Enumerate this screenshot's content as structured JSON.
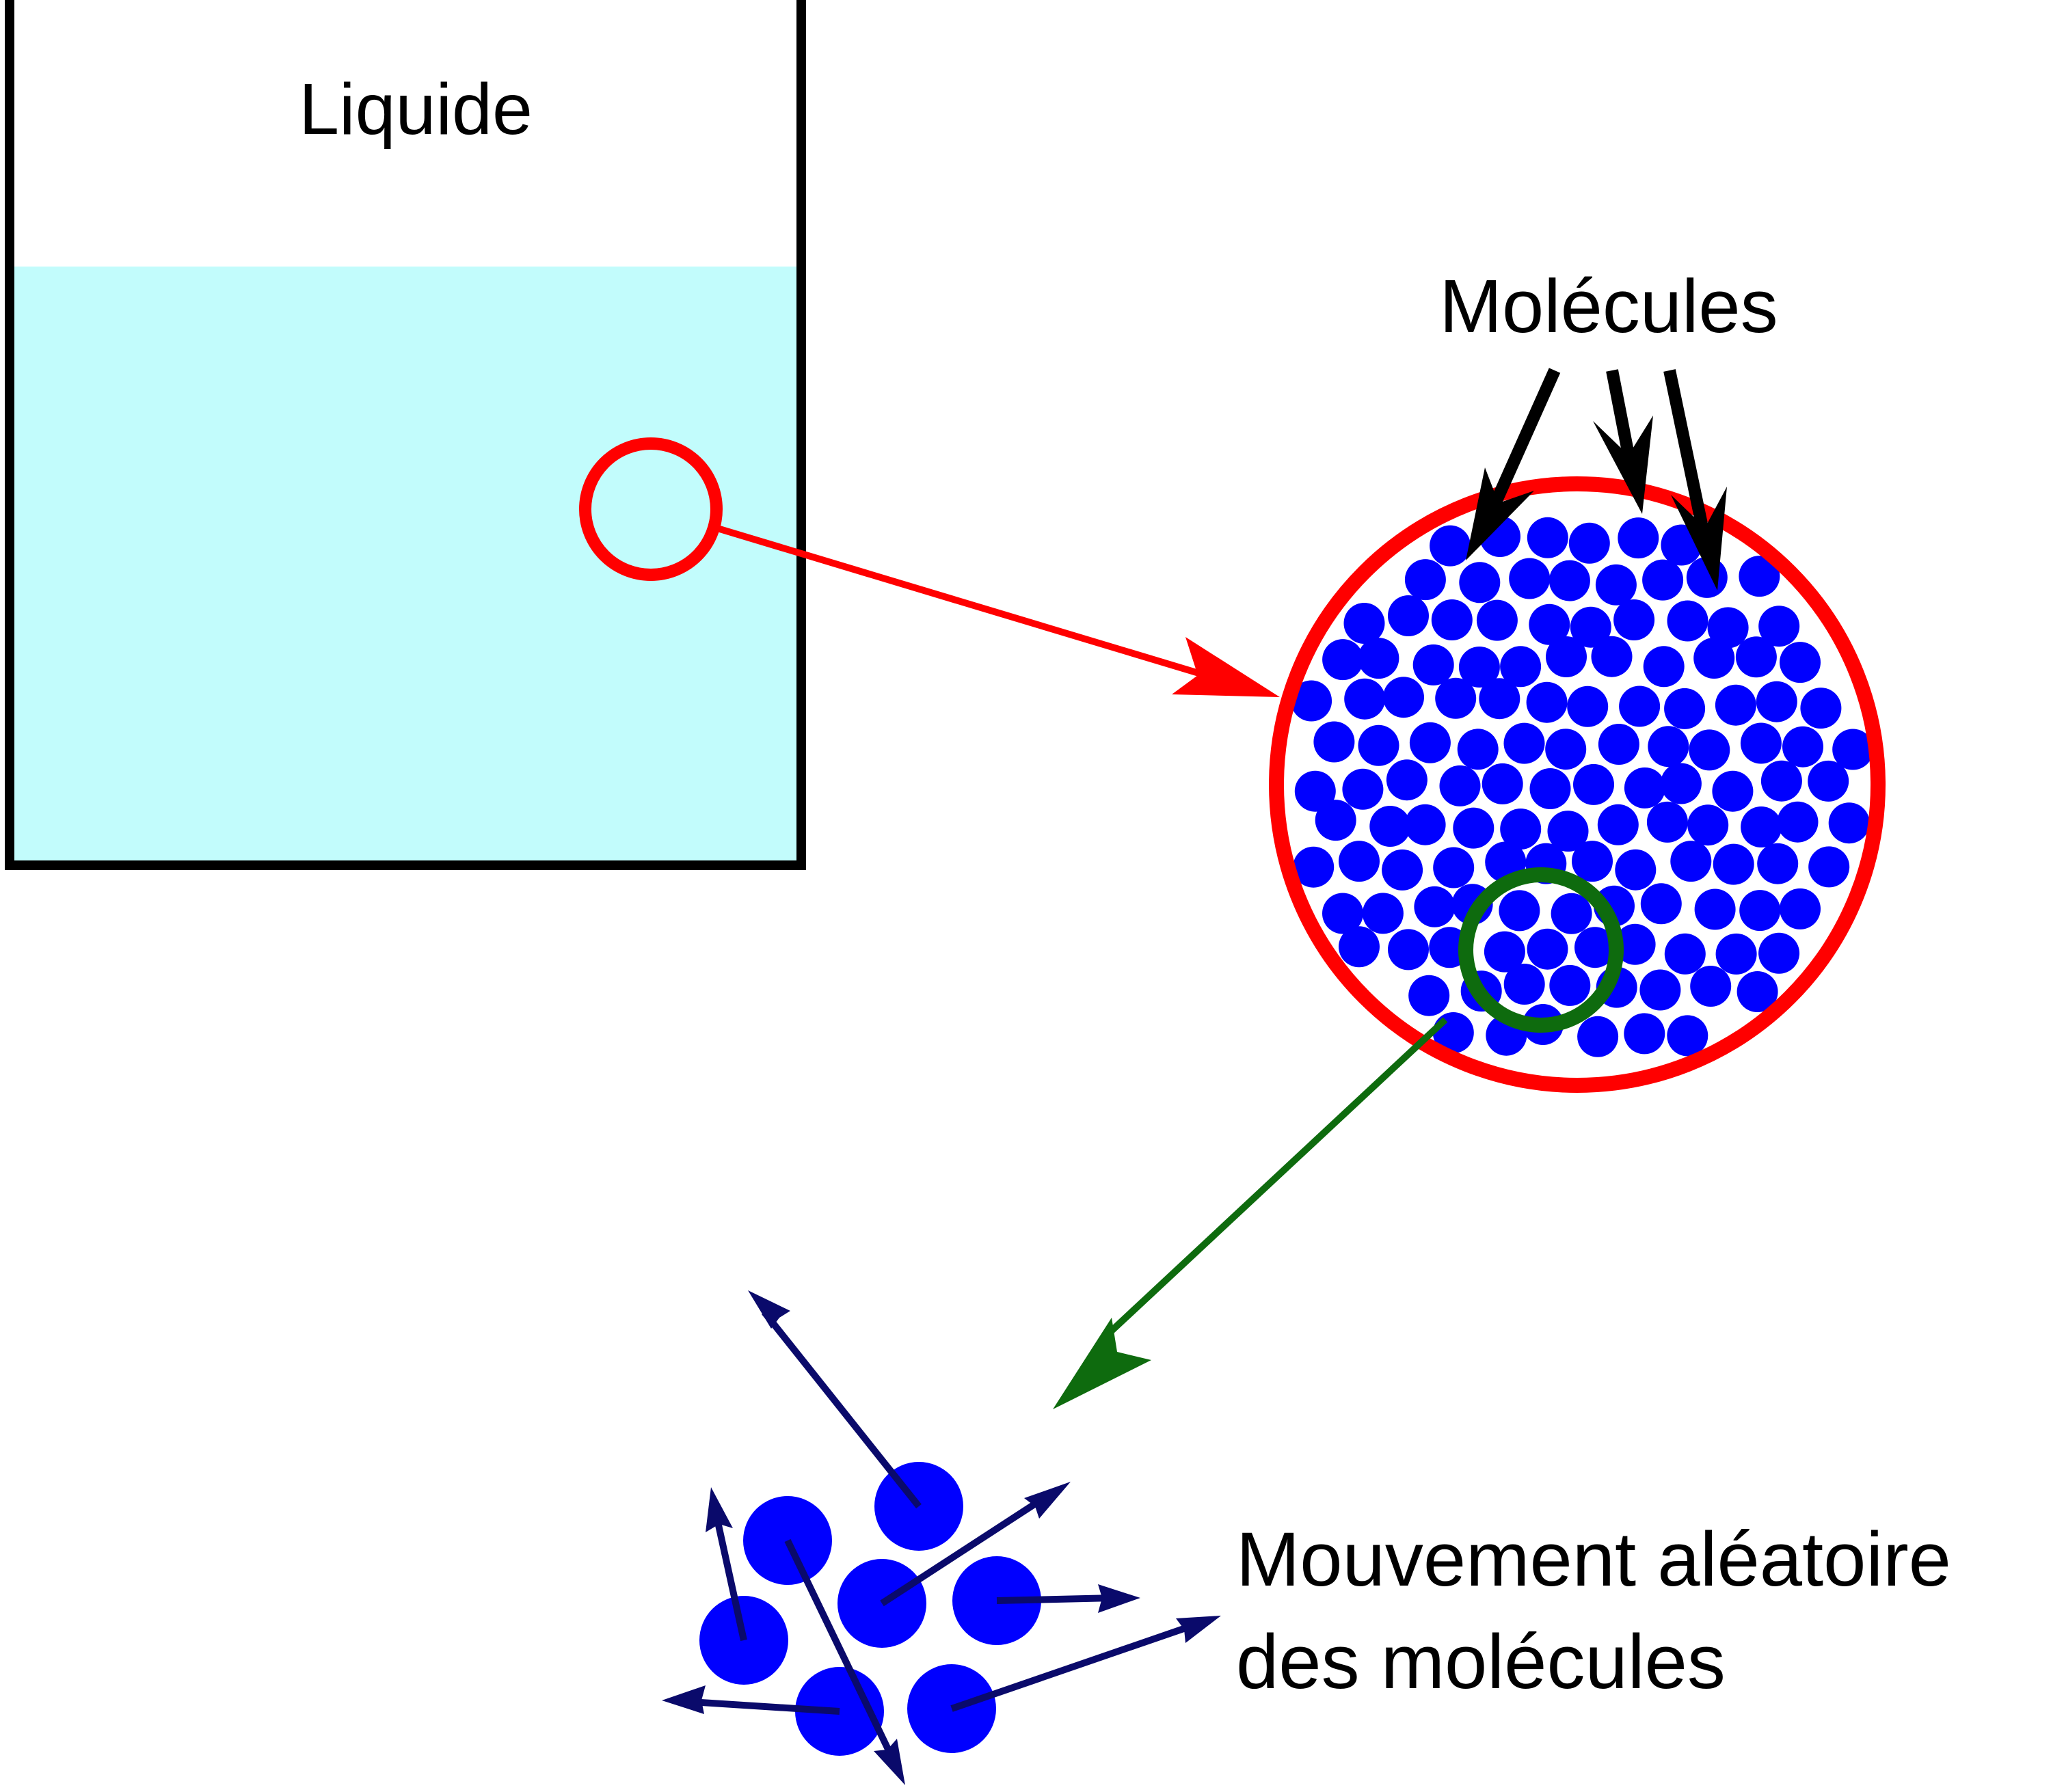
{
  "labels": {
    "liquid": "Liquide",
    "molecules": "Molécules",
    "random_motion_line1": "Mouvement aléatoire",
    "random_motion_line2": "des molécules"
  },
  "colors": {
    "container_stroke": "#000000",
    "liquid_fill": "#c2fcfc",
    "zoom_red": "#ff0000",
    "zoom_green": "#0e6b0e",
    "molecule": "#0000ff",
    "motion_arrow": "#0a0a6b",
    "pointer_arrow": "#000000"
  }
}
